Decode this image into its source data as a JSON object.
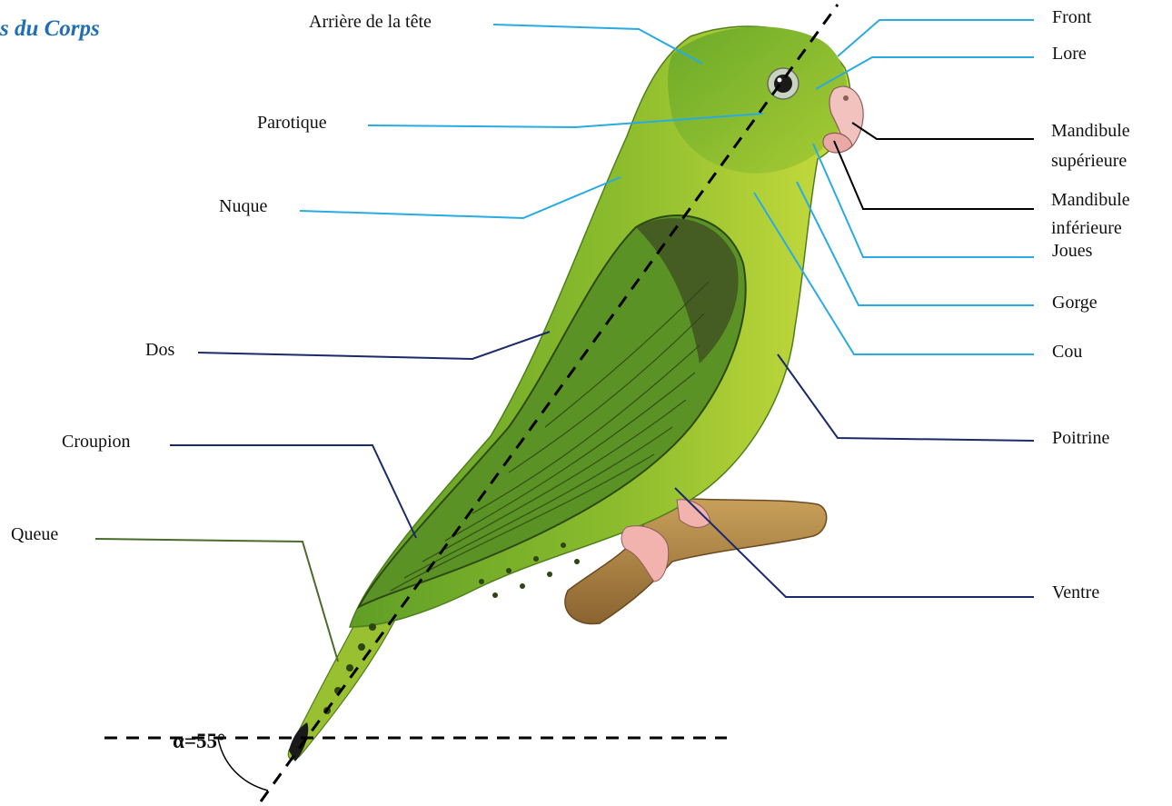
{
  "title": "s du Corps",
  "angle_label": "α=55°",
  "colors": {
    "title": "#1f6fb5",
    "head_leader": "#29abe2",
    "beak_leader": "#000000",
    "body_leader": "#1b2a6b",
    "tail_leader": "#4b6b2a",
    "plumage_light": "#b9d23a",
    "plumage_dark": "#5d9a27",
    "beak": "#f2c2bf",
    "branch": "#b38a4a"
  },
  "labels": {
    "arriere_tete": "Arrière de la tête",
    "parotique": "Parotique",
    "nuque": "Nuque",
    "dos": "Dos",
    "croupion": "Croupion",
    "queue": "Queue",
    "front": "Front",
    "lore": "Lore",
    "mandibule_sup_1": "Mandibule",
    "mandibule_sup_2": "supérieure",
    "mandibule_inf_1": "Mandibule",
    "mandibule_inf_2": "inférieure",
    "joues": "Joues",
    "gorge": "Gorge",
    "cou": "Cou",
    "poitrine": "Poitrine",
    "ventre": "Ventre"
  }
}
